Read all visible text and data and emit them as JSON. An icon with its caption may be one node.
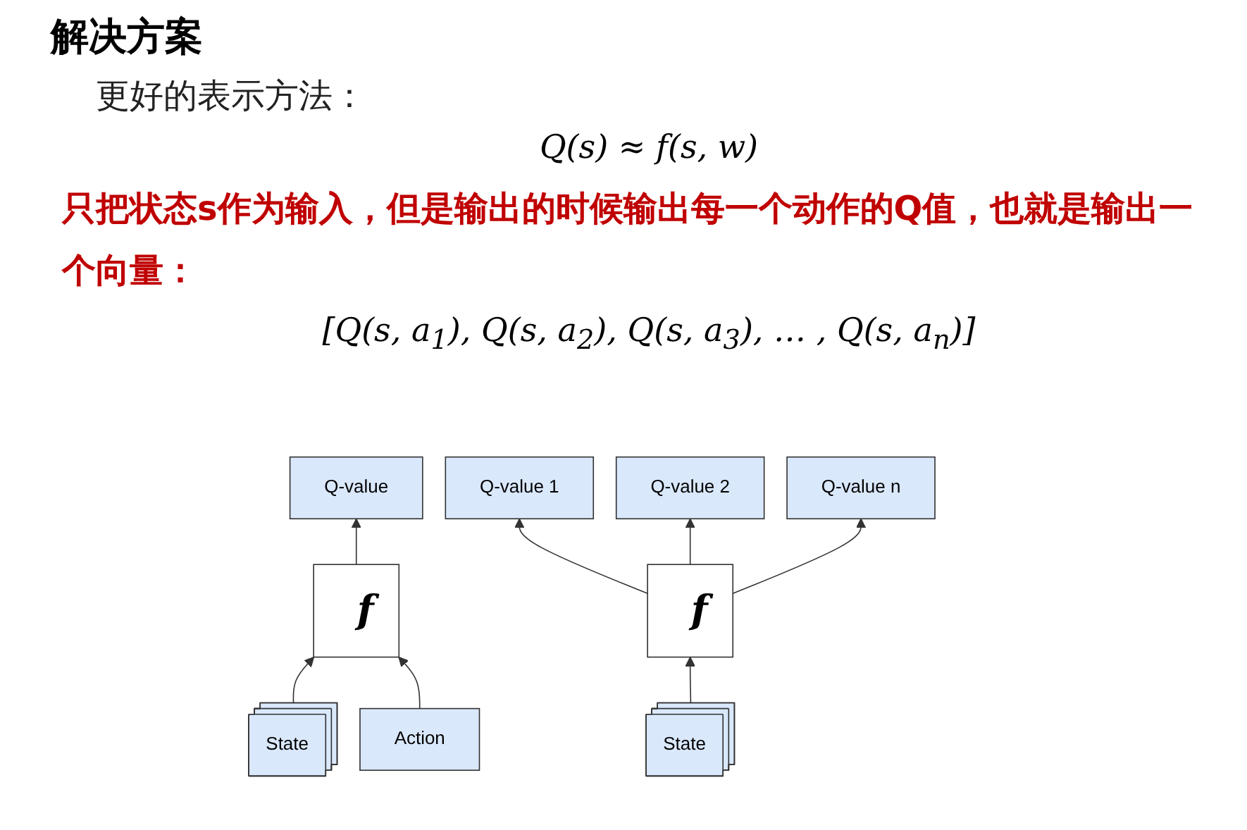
{
  "diagram": {
    "title": "解决方案",
    "nodes": [
      {
        "text": [
          "Q-value"
        ]
      },
      {
        "text": [
          "f"
        ]
      },
      {
        "text": [
          "State"
        ]
      },
      {
        "text": [
          "Action"
        ]
      },
      {
        "text": [
          "Q-value 1"
        ]
      },
      {
        "text": [
          "Q-value 2"
        ]
      },
      {
        "text": [
          "Q-value n"
        ]
      },
      {
        "text": [
          "f"
        ]
      },
      {
        "text": [
          "State"
        ]
      }
    ],
    "edges": [
      {
        "from": 2,
        "to": 1,
        "arrow": "to"
      },
      {
        "from": 3,
        "to": 1,
        "arrow": "to"
      },
      {
        "from": 1,
        "to": 0,
        "arrow": "to"
      },
      {
        "from": 8,
        "to": 7,
        "arrow": "to"
      },
      {
        "from": 7,
        "to": 4,
        "arrow": "to"
      },
      {
        "from": 7,
        "to": 5,
        "arrow": "to"
      },
      {
        "from": 7,
        "to": 6,
        "arrow": "to"
      }
    ],
    "labels": [
      "更好的表示方法：",
      "Q(s) ≈ f(s, w)",
      "只把状态s作为输入，但是输出的时候输出每一个动作的Q值，也就是输出一个向量：",
      "[Q(s, a$_{1}$), Q(s, a$_{2}$), Q(s, a$_{3}$), … , Q(s, a$_{n}$)]"
    ]
  }
}
